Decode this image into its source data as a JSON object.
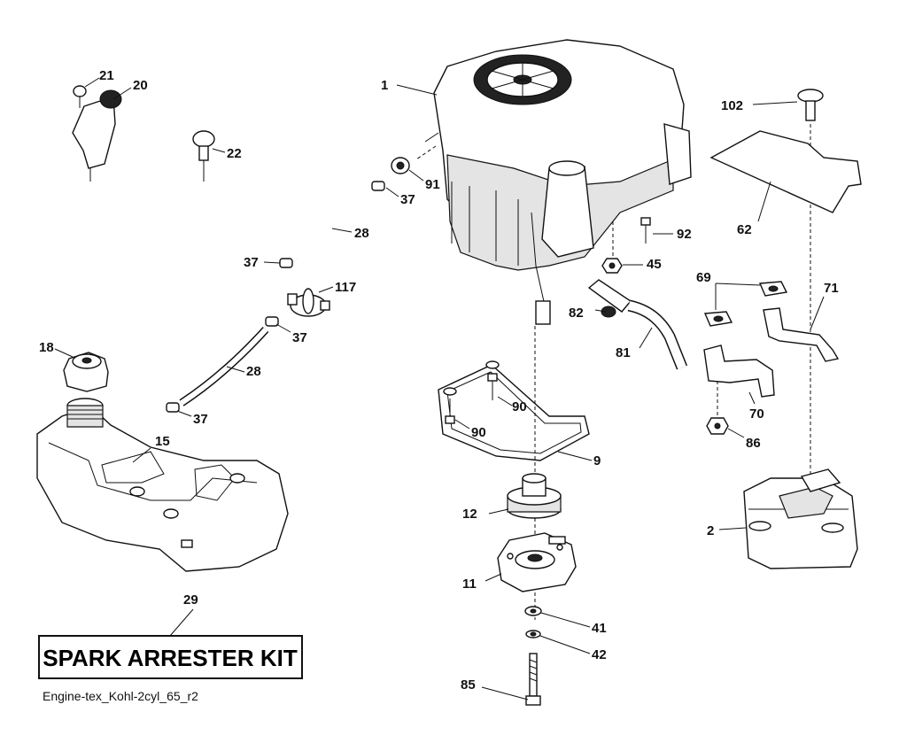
{
  "callouts": {
    "c1": "1",
    "c2": "2",
    "c9": "9",
    "c11": "11",
    "c12": "12",
    "c15": "15",
    "c18": "18",
    "c20": "20",
    "c21": "21",
    "c22": "22",
    "c28a": "28",
    "c28b": "28",
    "c29": "29",
    "c37a": "37",
    "c37b": "37",
    "c37c": "37",
    "c37d": "37",
    "c41": "41",
    "c42": "42",
    "c45": "45",
    "c62": "62",
    "c69": "69",
    "c70": "70",
    "c71": "71",
    "c81": "81",
    "c82": "82",
    "c85": "85",
    "c86": "86",
    "c90a": "90",
    "c90b": "90",
    "c91": "91",
    "c92": "92",
    "c102": "102",
    "c117": "117"
  },
  "kit_box": {
    "label": "SPARK ARRESTER KIT"
  },
  "footer": {
    "drawing_id": "Engine-tex_Kohl-2cyl_65_r2"
  }
}
